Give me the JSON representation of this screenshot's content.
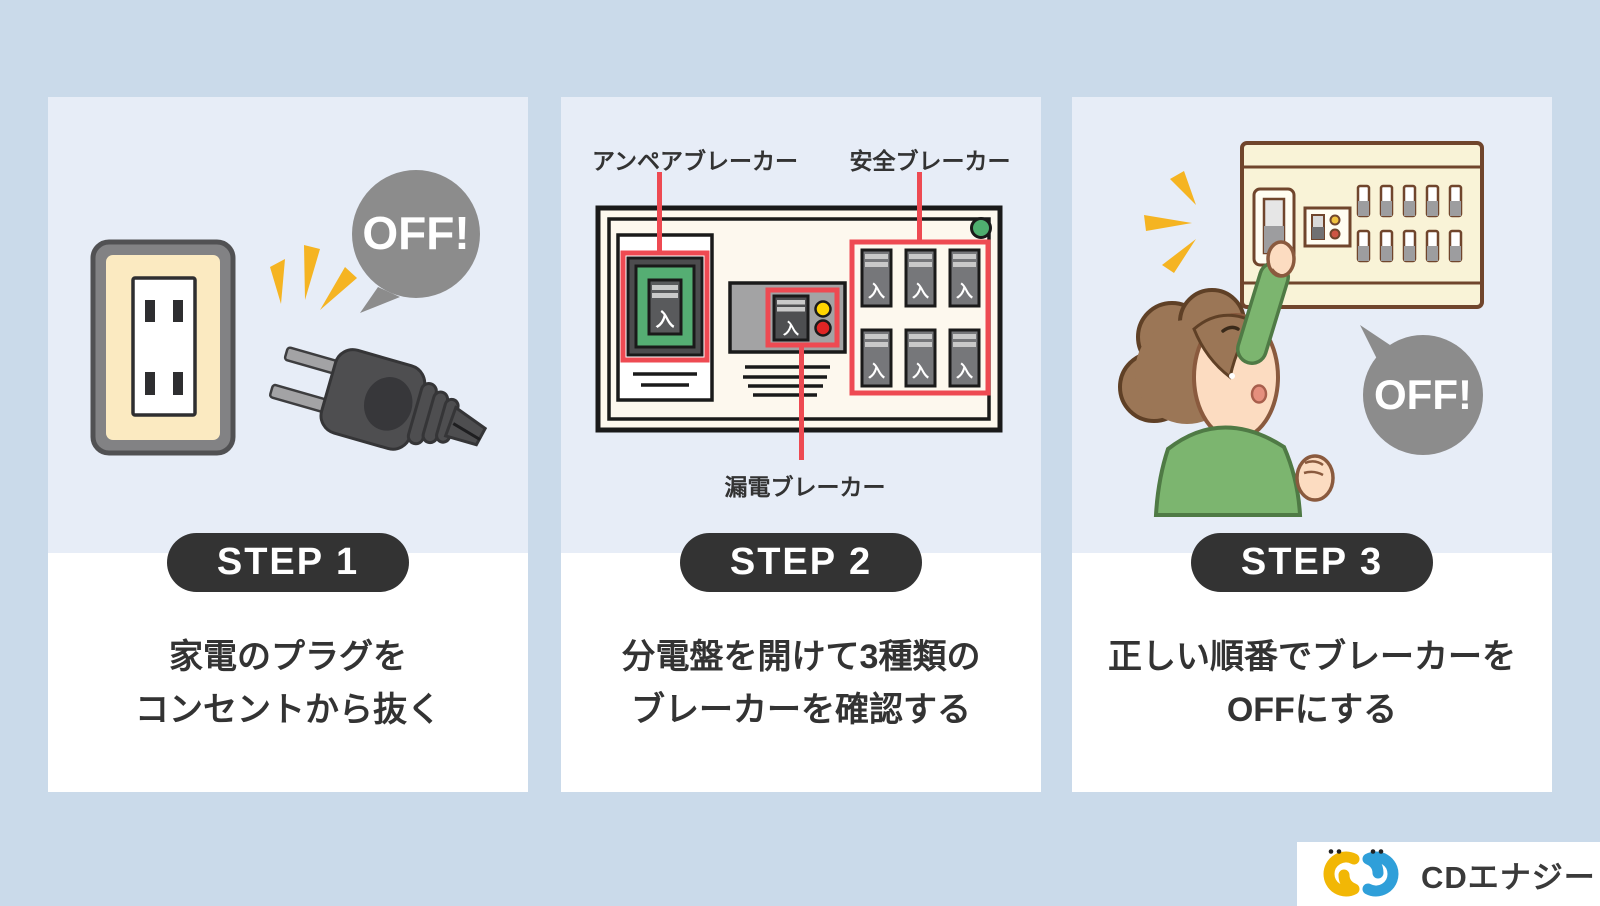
{
  "steps": [
    {
      "badge": "STEP 1",
      "caption": [
        "家電のプラグを",
        "コンセントから抜く"
      ],
      "bubble": "OFF!"
    },
    {
      "badge": "STEP 2",
      "caption": [
        "分電盤を開けて3種類の",
        "ブレーカーを確認する"
      ],
      "labels": {
        "ampere": "アンペアブレーカー",
        "safety": "安全ブレーカー",
        "leak": "漏電ブレーカー"
      },
      "switch_glyph": "入"
    },
    {
      "badge": "STEP 3",
      "caption": [
        "正しい順番でブレーカーを",
        "OFFにする"
      ],
      "bubble": "OFF!"
    }
  ],
  "logo": {
    "text": "CDエナジー"
  },
  "colors": {
    "background": "#cadaea",
    "card_top": "#e7edf7",
    "card_bottom": "#ffffff",
    "badge": "#333333",
    "text": "#333333",
    "accent_red": "#ee4a52",
    "bubble_gray": "#8c8c8c",
    "spark_yellow": "#f5b422",
    "amp_green": "#55ae73",
    "panel_cream": "#fdf8ee",
    "panel3_cream": "#f9f3d7",
    "logo_yellow": "#f2b705",
    "logo_blue": "#2f9fd9"
  }
}
